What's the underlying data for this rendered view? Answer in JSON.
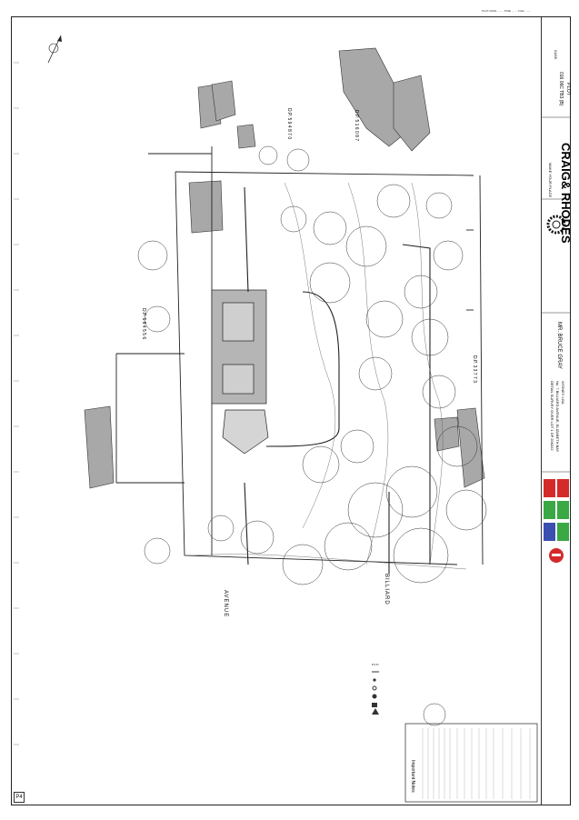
{
  "sheet": {
    "id": "P4",
    "top_strip": "PLOT DATE ........ TIME ........ FILE ........"
  },
  "plan": {
    "road_1": "AVENUE",
    "road_2": "BILLIARD",
    "dp_1": "D.P. 5 8 4 5 5 6",
    "dp_2": "D.P. 3 3 7 7 3",
    "dp_3": "D.P. 5 9 4 8 7 0",
    "dp_4": "D.P. 5 1 6 0 8 7"
  },
  "title_block": {
    "company": "CRAIG& RHODES",
    "tagline": "MAKE YOUR PLACE",
    "client": "MR. BRUCE GRAY",
    "project_title": "DETAIL SURVEY OVER LOT 1 DP 206222",
    "address": "No. 7 BILLIARD AVENUE, ELIZABETH BAY",
    "council": "SYDNEY LGA",
    "drawing_no": "016 06C TB3 (B)",
    "sheet_label": "P.LOT",
    "date": "01/05"
  },
  "notes": {
    "heading": "Important Notes"
  },
  "colors": {
    "building": "#a8a8a8",
    "red": "#d42a2a",
    "green": "#3aa845",
    "blue": "#3a4fb0",
    "line": "#222222"
  }
}
